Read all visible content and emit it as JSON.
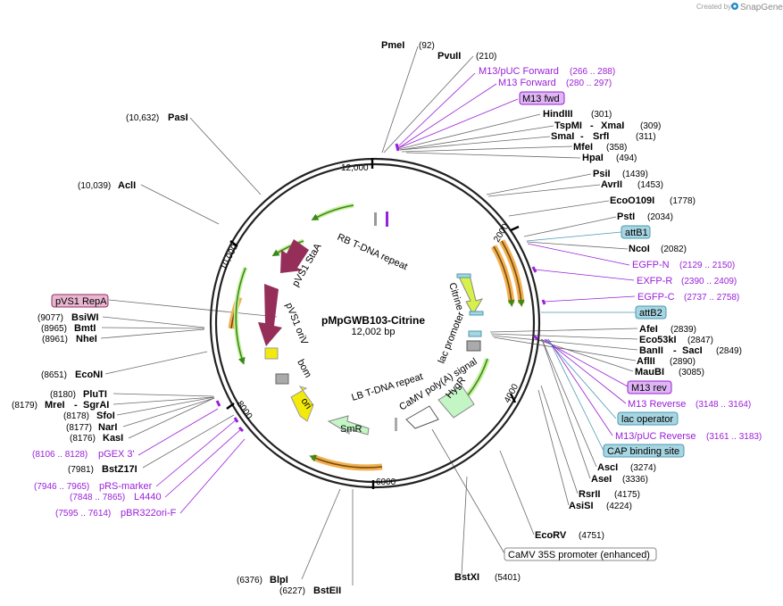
{
  "brand": {
    "created_by": "Created by",
    "name": "SnapGene"
  },
  "plasmid": {
    "name": "pMpGWB103-Citrine",
    "size": "12,002 bp"
  },
  "ticks": [
    "12,000",
    "2000",
    "4000",
    "6000",
    "8000",
    "10,000"
  ],
  "enzymes": {
    "pmei": {
      "name": "PmeI",
      "pos": "(92)"
    },
    "pvuii": {
      "name": "PvuII",
      "pos": "(210)"
    },
    "hindiii": {
      "name": "HindIII",
      "pos": "(301)"
    },
    "tspmi": {
      "name": "TspMI",
      "name2": "XmaI",
      "pos": "(309)"
    },
    "smai": {
      "name": "SmaI",
      "name2": "SrfI",
      "pos": "(311)"
    },
    "mfei": {
      "name": "MfeI",
      "pos": "(358)"
    },
    "hpai": {
      "name": "HpaI",
      "pos": "(494)"
    },
    "psii": {
      "name": "PsiI",
      "pos": "(1439)"
    },
    "avrii": {
      "name": "AvrII",
      "pos": "(1453)"
    },
    "eco109": {
      "name": "EcoO109I",
      "pos": "(1778)"
    },
    "psti": {
      "name": "PstI",
      "pos": "(2034)"
    },
    "ncoi": {
      "name": "NcoI",
      "pos": "(2082)"
    },
    "afei": {
      "name": "AfeI",
      "pos": "(2839)"
    },
    "eco53": {
      "name": "Eco53kI",
      "pos": "(2847)"
    },
    "banii": {
      "name": "BanII",
      "name2": "SacI",
      "pos": "(2849)"
    },
    "afiii": {
      "name": "AflII",
      "pos": "(2890)"
    },
    "maubi": {
      "name": "MauBI",
      "pos": "(3085)"
    },
    "asci": {
      "name": "AscI",
      "pos": "(3274)"
    },
    "asei": {
      "name": "AseI",
      "pos": "(3336)"
    },
    "rsrii": {
      "name": "RsrII",
      "pos": "(4175)"
    },
    "asisi": {
      "name": "AsiSI",
      "pos": "(4224)"
    },
    "ecorv": {
      "name": "EcoRV",
      "pos": "(4751)"
    },
    "bstxi": {
      "name": "BstXI",
      "pos": "(5401)"
    },
    "bsteii": {
      "name": "BstEII",
      "pos": "(6227)"
    },
    "blpi": {
      "name": "BlpI",
      "pos": "(6376)"
    },
    "bstz17i": {
      "name": "BstZ17I",
      "pos": "(7981)"
    },
    "kasi": {
      "name": "KasI",
      "pos": "(8176)"
    },
    "nari": {
      "name": "NarI",
      "pos": "(8177)"
    },
    "sfoi": {
      "name": "SfoI",
      "pos": "(8178)"
    },
    "mrei": {
      "name": "MreI",
      "name2": "SgrAI",
      "pos": "(8179)"
    },
    "pluti": {
      "name": "PluTI",
      "pos": "(8180)"
    },
    "econi": {
      "name": "EcoNI",
      "pos": "(8651)"
    },
    "nhei": {
      "name": "NheI",
      "pos": "(8961)"
    },
    "bmti": {
      "name": "BmtI",
      "pos": "(8965)"
    },
    "bsiwi": {
      "name": "BsiWI",
      "pos": "(9077)"
    },
    "acli": {
      "name": "AclI",
      "pos": "(10,039)"
    },
    "pasi": {
      "name": "PasI",
      "pos": "(10,632)"
    }
  },
  "primers": {
    "m13puc_fwd": {
      "name": "M13/pUC Forward",
      "pos": "(266 .. 288)"
    },
    "m13_fwd": {
      "name": "M13 Forward",
      "pos": "(280 .. 297)"
    },
    "egfp_n": {
      "name": "EGFP-N",
      "pos": "(2129 .. 2150)"
    },
    "exfp_r": {
      "name": "EXFP-R",
      "pos": "(2390 .. 2409)"
    },
    "egfp_c": {
      "name": "EGFP-C",
      "pos": "(2737 .. 2758)"
    },
    "m13_rev": {
      "name": "M13 Reverse",
      "pos": "(3148 .. 3164)"
    },
    "m13puc_rev": {
      "name": "M13/pUC Reverse",
      "pos": "(3161 .. 3183)"
    },
    "pgex3": {
      "name": "pGEX 3'",
      "pos": "(8106 .. 8128)"
    },
    "prs": {
      "name": "pRS-marker",
      "pos": "(7946 .. 7965)"
    },
    "l4440": {
      "name": "L4440",
      "pos": "(7848 .. 7865)"
    },
    "pbr322": {
      "name": "pBR322ori-F",
      "pos": "(7595 .. 7614)"
    }
  },
  "boxes": {
    "m13fwd": "M13 fwd",
    "attb1": "attB1",
    "attb2": "attB2",
    "m13rev": "M13 rev",
    "lacop": "lac operator",
    "cap": "CAP binding site",
    "camv35s": "CaMV 35S promoter (enhanced)",
    "pvs1repa": "pVS1 RepA"
  },
  "features": {
    "rb": "RB T-DNA repeat",
    "pvs1staa": "pVS1 StaA",
    "pvs1oriv": "pVS1 oriV",
    "bom": "bom",
    "ori": "ori",
    "smr": "SmR",
    "lb": "LB T-DNA repeat",
    "camvpa": "CaMV poly(A) signal",
    "hygr": "HygR",
    "lacprom": "lac promoter",
    "citrine": "Citrine"
  },
  "colors": {
    "primer": "#9a1fd8",
    "gene_arrow": "#6ec43a",
    "orange_band": "#f0b050",
    "maroon": "#952f5a",
    "yellow": "#f2ea0c",
    "citrine": "#d7f04a",
    "hygr": "#c3f5c5",
    "box_blue": "#a7d5e2",
    "box_pink": "#e9b6d2",
    "box_violet": "#dfb6f4"
  }
}
